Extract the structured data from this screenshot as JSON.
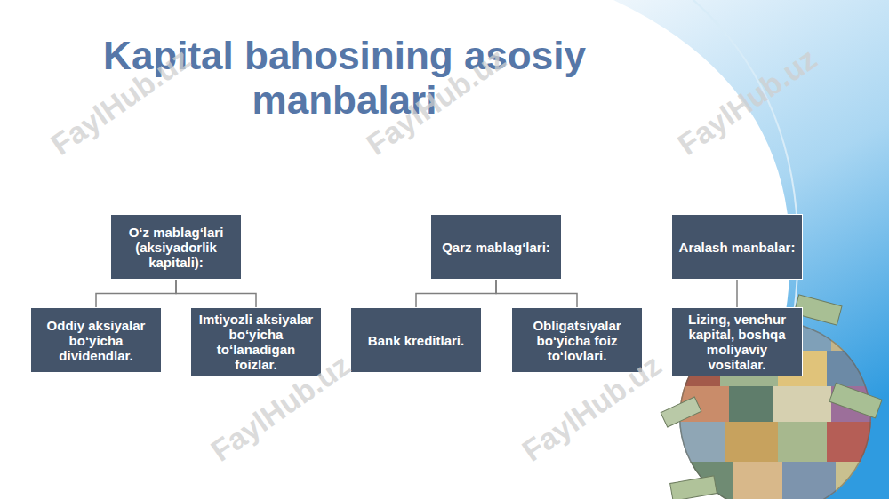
{
  "diagram": {
    "title": "Kapital bahosining asosiy manbalari",
    "nodes": [
      {
        "text": [
          "O‘z mablag‘lari (aksiyadorlik kapitali):"
        ]
      },
      {
        "text": [
          "Oddiy aksiyalar bo‘yicha dividendlar."
        ]
      },
      {
        "text": [
          "Imtiyozli aksiyalar bo‘yicha to‘lanadigan foizlar."
        ]
      },
      {
        "text": [
          "Qarz mablag‘lari:"
        ]
      },
      {
        "text": [
          "Bank kreditlari."
        ]
      },
      {
        "text": [
          "Obligatsiyalar bo‘yicha foiz to‘lovlari."
        ]
      },
      {
        "text": [
          "Aralash manbalar:"
        ]
      },
      {
        "text": [
          "Lizing, venchur kapital, boshqa moliyaviy vositalar."
        ]
      }
    ],
    "edges": [
      {
        "from": 0,
        "to": 1,
        "arrow": "none"
      },
      {
        "from": 0,
        "to": 2,
        "arrow": "none"
      },
      {
        "from": 3,
        "to": 4,
        "arrow": "none"
      },
      {
        "from": 3,
        "to": 5,
        "arrow": "none"
      },
      {
        "from": 6,
        "to": 7,
        "arrow": "none"
      }
    ],
    "labels": [
      "FaylHub.uz",
      "FaylHub.uz",
      "FaylHub.uz",
      "FaylHub.uz",
      "FaylHub.uz"
    ]
  }
}
